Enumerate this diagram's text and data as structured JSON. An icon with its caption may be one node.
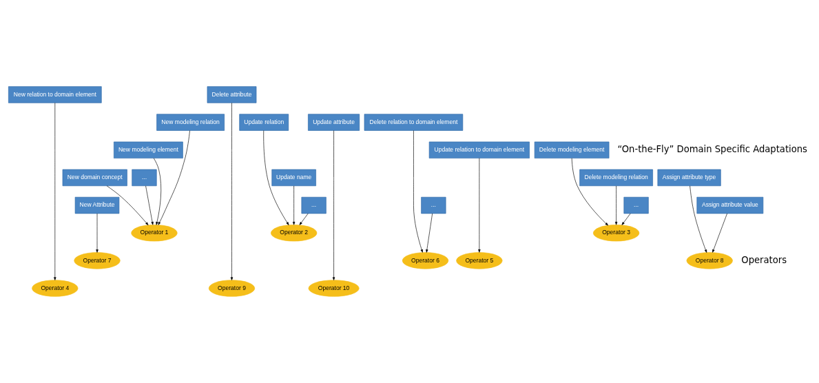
{
  "diagram": {
    "nodes": [
      {
        "text": [
          "New relation to domain element"
        ]
      },
      {
        "text": [
          "Delete attribute"
        ]
      },
      {
        "text": [
          "New modeling relation"
        ]
      },
      {
        "text": [
          "Update relation"
        ]
      },
      {
        "text": [
          "Update attribute"
        ]
      },
      {
        "text": [
          "Delete relation to domain element"
        ]
      },
      {
        "text": [
          "New modeling element"
        ]
      },
      {
        "text": [
          "Update relation to domain element"
        ]
      },
      {
        "text": [
          "Delete modeling element"
        ]
      },
      {
        "text": [
          "New domain concept"
        ]
      },
      {
        "text": [
          "..."
        ]
      },
      {
        "text": [
          "Update name"
        ]
      },
      {
        "text": [
          "Assign attribute type"
        ]
      },
      {
        "text": [
          "Delete modeling relation"
        ]
      },
      {
        "text": [
          "New Attribute"
        ]
      },
      {
        "text": [
          "..."
        ]
      },
      {
        "text": [
          "Assign attribute value"
        ]
      },
      {
        "text": [
          "..."
        ]
      },
      {
        "text": [
          "..."
        ]
      },
      {
        "text": [
          "Operator 1"
        ]
      },
      {
        "text": [
          "Operator 3"
        ]
      },
      {
        "text": [
          "Operator 2"
        ]
      },
      {
        "text": [
          "Operator 7"
        ]
      },
      {
        "text": [
          "Operator 8"
        ]
      },
      {
        "text": [
          "Operator 6"
        ]
      },
      {
        "text": [
          "Operator 5"
        ]
      },
      {
        "text": [
          "Operator 4"
        ]
      },
      {
        "text": [
          "Operator 10"
        ]
      },
      {
        "text": [
          "Operator 9"
        ]
      }
    ],
    "edges": [
      {
        "from": 2,
        "to": 19,
        "arrow": "to"
      },
      {
        "from": 6,
        "to": 19,
        "arrow": "to"
      },
      {
        "from": 9,
        "to": 19,
        "arrow": "to"
      },
      {
        "from": 10,
        "to": 19,
        "arrow": "to"
      },
      {
        "from": 14,
        "to": 22,
        "arrow": "to"
      },
      {
        "from": 0,
        "to": 26,
        "arrow": "to"
      },
      {
        "from": 3,
        "to": 21,
        "arrow": "to"
      },
      {
        "from": 15,
        "to": 21,
        "arrow": "to"
      },
      {
        "from": 11,
        "to": 21,
        "arrow": "to"
      },
      {
        "from": 7,
        "to": 25,
        "arrow": "to"
      },
      {
        "from": 4,
        "to": 27,
        "arrow": "to"
      },
      {
        "from": 12,
        "to": 23,
        "arrow": "to"
      },
      {
        "from": 16,
        "to": 23,
        "arrow": "to"
      },
      {
        "from": 1,
        "to": 28,
        "arrow": "to"
      },
      {
        "from": 5,
        "to": 24,
        "arrow": "to"
      },
      {
        "from": 8,
        "to": 20,
        "arrow": "to"
      },
      {
        "from": 13,
        "to": 20,
        "arrow": "to"
      },
      {
        "from": 17,
        "to": 20,
        "arrow": "to"
      },
      {
        "from": 18,
        "to": 24,
        "arrow": "to"
      }
    ],
    "labels": [
      "“On-the-Fly” Domain Specific Adaptations",
      "Operators"
    ]
  }
}
